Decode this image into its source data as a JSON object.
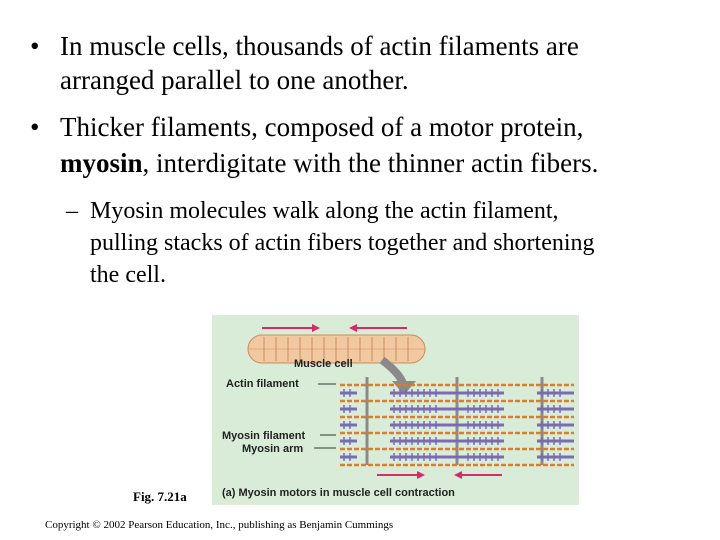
{
  "bullets": [
    {
      "lines": [
        "In muscle cells, thousands of actin filaments are",
        "arranged parallel to one another."
      ]
    },
    {
      "line1": "Thicker filaments, composed of a motor protein,",
      "line2_bold": "myosin",
      "line2_rest": ", interdigitate with the thinner actin fibers."
    }
  ],
  "sub_bullet": {
    "dash": "–",
    "lines": [
      "Myosin molecules walk along the actin filament,",
      "pulling stacks of actin fibers together and shortening",
      "the cell."
    ]
  },
  "figure": {
    "labels": {
      "muscle_cell": "Muscle cell",
      "actin_filament": "Actin filament",
      "myosin_filament": "Myosin filament",
      "myosin_arm": "Myosin arm",
      "caption": "(a) Myosin motors in muscle cell contraction"
    },
    "fig_number": "Fig. 7.21a",
    "colors": {
      "background": "#d9ecd7",
      "cell": "#f2c8a0",
      "actin": "#e07b2c",
      "myosin": "#7b6bb5",
      "arrow": "#d8296a"
    }
  },
  "copyright": "Copyright © 2002 Pearson Education, Inc., publishing as Benjamin Cummings"
}
